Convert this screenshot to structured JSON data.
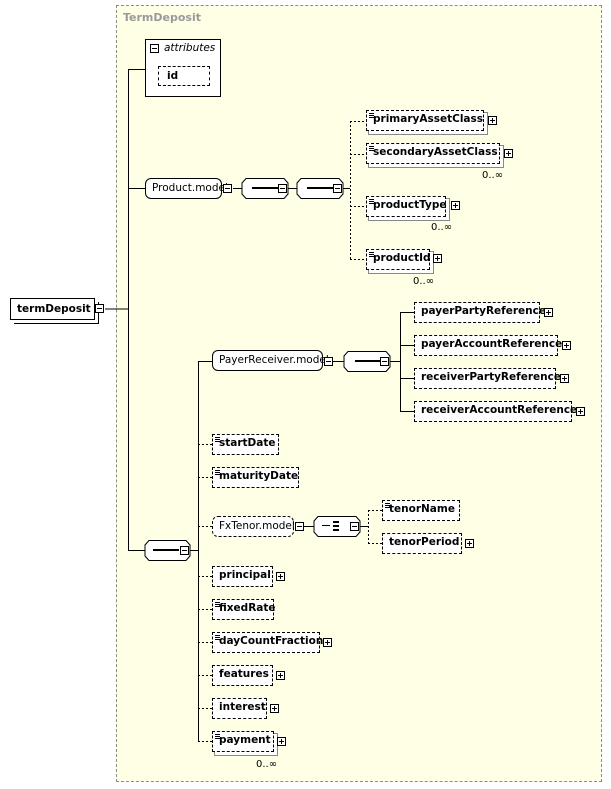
{
  "type_name": "TermDeposit",
  "root": {
    "label": "termDeposit"
  },
  "attributes": {
    "title": "attributes",
    "id": "id"
  },
  "product_model": {
    "label": "Product.model",
    "items": [
      {
        "label": "primaryAssetClass",
        "occ": ""
      },
      {
        "label": "secondaryAssetClass",
        "occ": "0..∞"
      },
      {
        "label": "productType",
        "occ": "0..∞"
      },
      {
        "label": "productId",
        "occ": "0..∞"
      }
    ]
  },
  "payer_receiver_model": {
    "label": "PayerReceiver.model",
    "items": [
      {
        "label": "payerPartyReference"
      },
      {
        "label": "payerAccountReference"
      },
      {
        "label": "receiverPartyReference"
      },
      {
        "label": "receiverAccountReference"
      }
    ]
  },
  "dates": {
    "start": "startDate",
    "maturity": "maturityDate"
  },
  "fxtenor_model": {
    "label": "FxTenor.model",
    "items": [
      {
        "label": "tenorName"
      },
      {
        "label": "tenorPeriod"
      }
    ]
  },
  "tail_elements": [
    {
      "label": "principal"
    },
    {
      "label": "fixedRate"
    },
    {
      "label": "dayCountFraction"
    },
    {
      "label": "features"
    },
    {
      "label": "interest"
    },
    {
      "label": "payment",
      "occ": "0..∞"
    }
  ]
}
